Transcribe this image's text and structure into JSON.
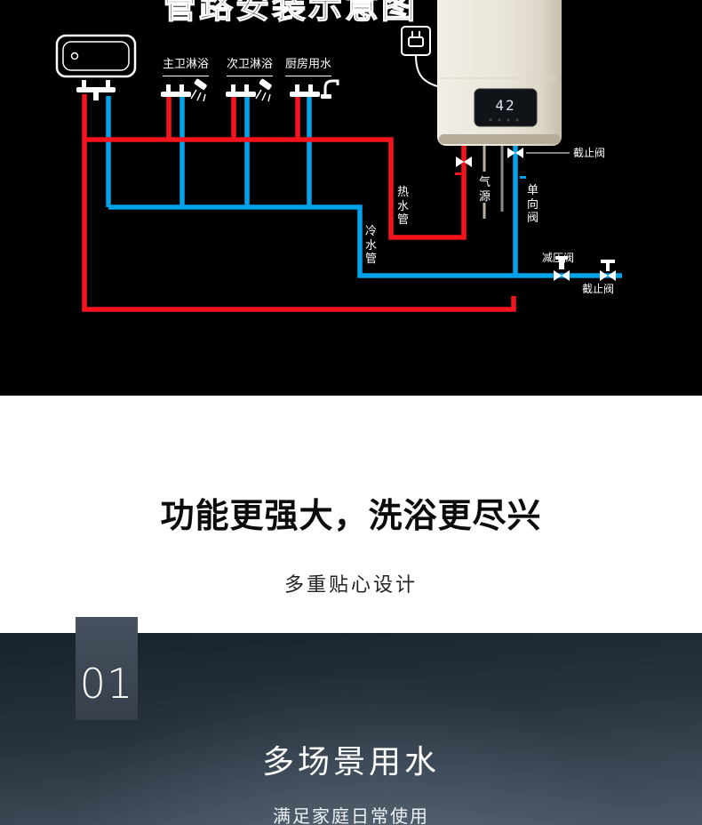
{
  "colors": {
    "hot_pipe": "#f5141e",
    "cold_pipe": "#00a2e9",
    "number_box": "#46505e"
  },
  "diagram": {
    "clipped_title": "管路安装示意图",
    "labels": {
      "shower_main": "主卫淋浴",
      "shower_second": "次卫淋浴",
      "kitchen": "厨房用水",
      "hot_pipe": "热水管",
      "cold_pipe": "冷水管",
      "stop_valve_top": "截止阀",
      "gas_source": "气源",
      "check_valve": "单向阀",
      "pressure_valve": "减压阀",
      "stop_valve_bottom": "截止阀"
    },
    "heater_display": {
      "temperature": "42"
    }
  },
  "feature_section": {
    "title": "功能更强大，洗浴更尽兴",
    "subtitle": "多重贴心设计"
  },
  "scene_section": {
    "number": "01",
    "title": "多场景用水",
    "subtitle": "满足家庭日常使用"
  }
}
